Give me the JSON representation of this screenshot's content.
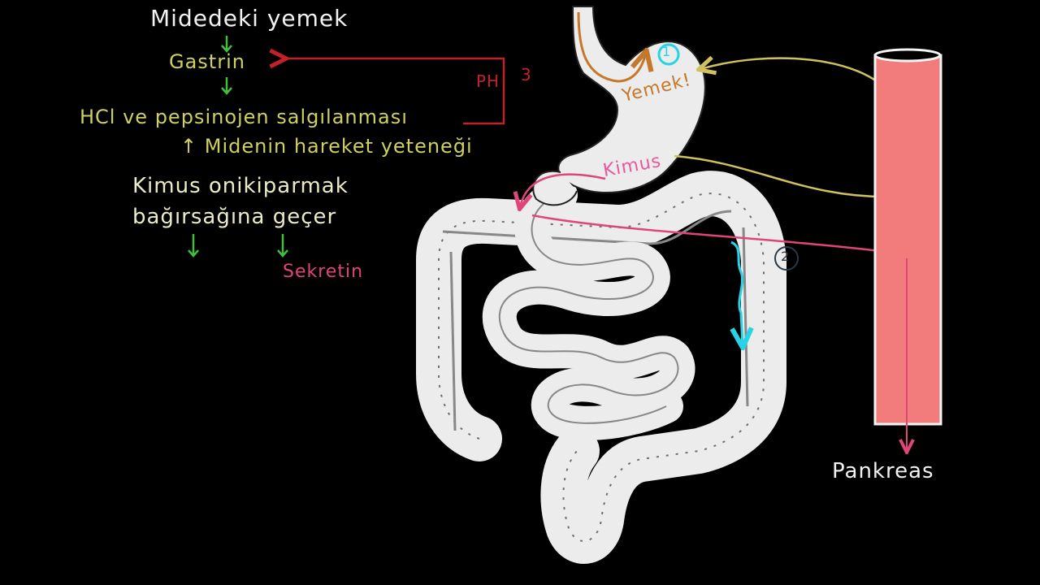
{
  "flow": {
    "food_in_stomach": "Midedeki yemek",
    "gastrin": "Gastrin",
    "hcl_pepsinogen": "HCl ve pepsinojen salgılanması",
    "motility": "↑ Midenin hareket yeteneği",
    "chyme_line1": "Kimus onikiparmak",
    "chyme_line2": "bağırsağına geçer",
    "secretin": "Sekretin",
    "ph_label": "PH",
    "ph_value": "3"
  },
  "anatomy": {
    "food_label": "Yemek!",
    "chyme_label": "Kimus",
    "marker_1": "1",
    "marker_2": "2",
    "pancreas": "Pankreas"
  },
  "colors": {
    "white": "#f2f2f2",
    "green_arrow": "#3fbf3a",
    "yellow_text": "#cfd060",
    "red_feedback": "#c3202b",
    "pink_secretin": "#e0457a",
    "cyan_marker": "#27d4e6",
    "orange_food": "#c6782a",
    "pancreas_fill": "#f27b7b",
    "organ_fill": "#ececec"
  }
}
